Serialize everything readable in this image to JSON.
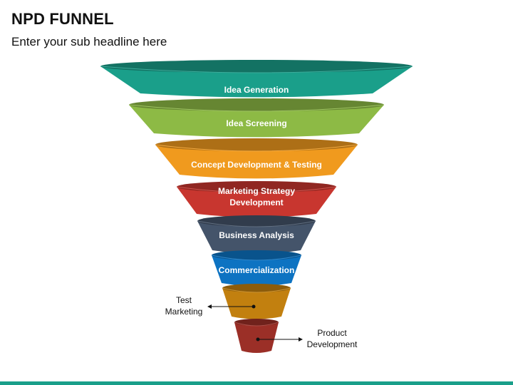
{
  "title": "NPD FUNNEL",
  "subtitle": "Enter your sub headline here",
  "accent_color": "#1a9f8a",
  "stages": [
    {
      "label": "Idea Generation",
      "color": "#1a9f8a"
    },
    {
      "label": "Idea Screening",
      "color": "#8dba45"
    },
    {
      "label": "Concept Development & Testing",
      "color": "#f09a1e"
    },
    {
      "label": "Marketing Strategy\nDevelopment",
      "color": "#c8362f"
    },
    {
      "label": "Business Analysis",
      "color": "#44546a"
    },
    {
      "label": "Commercialization",
      "color": "#0d73c2"
    }
  ],
  "bottom_stages": [
    {
      "label": "Test\nMarketing",
      "color": "#c2800f"
    },
    {
      "label": "Product\nDevelopment",
      "color": "#9b2f27"
    }
  ]
}
